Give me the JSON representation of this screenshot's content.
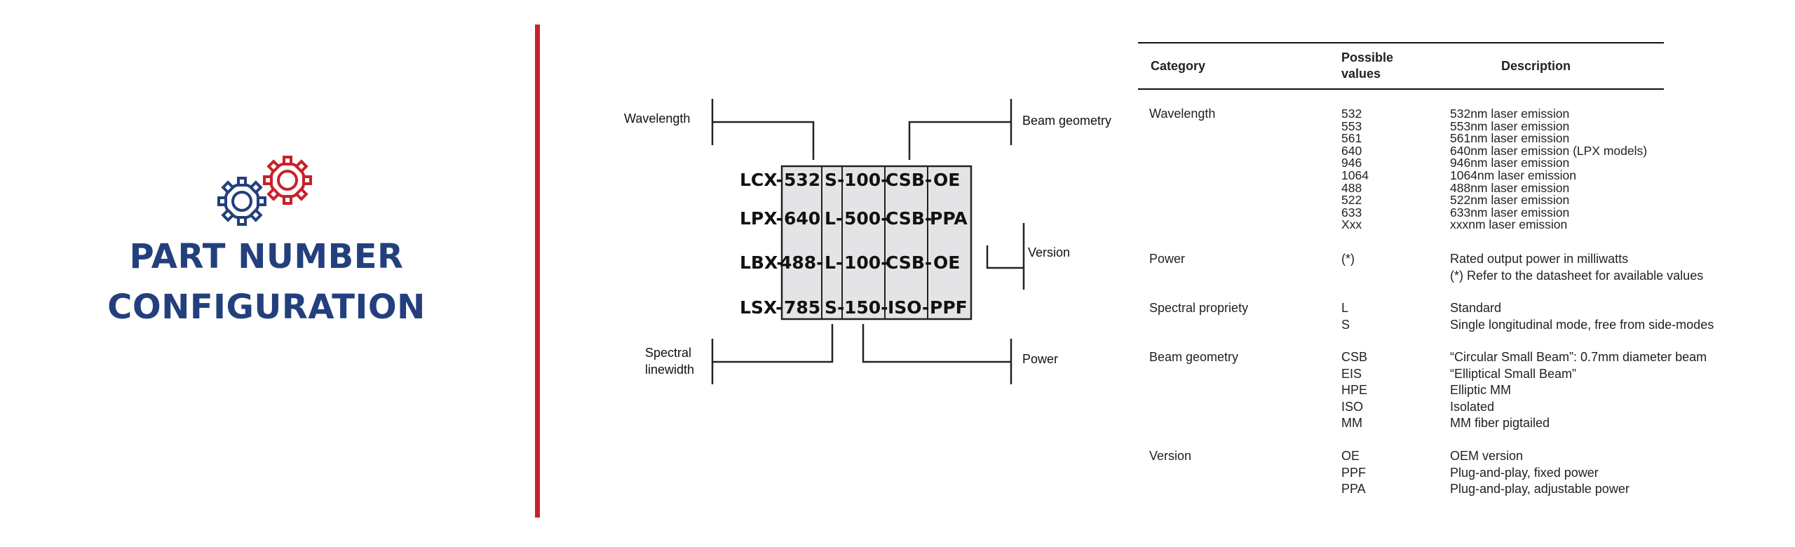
{
  "title": {
    "line1": "PART NUMBER",
    "line2": "CONFIGURATION"
  },
  "colors": {
    "title": "#233f7d",
    "divider": "#c8212a",
    "gear_blue": "#233f7d",
    "gear_red": "#c8212a",
    "cell_fill": "#e4e4e6"
  },
  "icons": [
    "gears-icon"
  ],
  "diagram": {
    "labels": {
      "wavelength": "Wavelength",
      "beam_geometry": "Beam geometry",
      "version": "Version",
      "spectral_line1": "Spectral",
      "spectral_line2": "linewidth",
      "power": "Power"
    },
    "rows": [
      {
        "prefix": "LCX-",
        "wavelength": "532",
        "spectral": "S-",
        "power": "100-",
        "beam": "CSB-",
        "version": "OE"
      },
      {
        "prefix": "LPX-",
        "wavelength": "640",
        "spectral": "L-",
        "power": "500-",
        "beam": "CSB-",
        "version": "PPA"
      },
      {
        "prefix": "LBX-",
        "wavelength": "488-",
        "spectral": "L-",
        "power": "100-",
        "beam": "CSB-",
        "version": "OE"
      },
      {
        "prefix": "LSX-",
        "wavelength": "785",
        "spectral": "S-",
        "power": "150-",
        "beam": "ISO-",
        "version": "PPF"
      }
    ]
  },
  "table": {
    "headers": {
      "category": "Category",
      "possible_line1": "Possible",
      "possible_line2": "values",
      "description": "Description"
    },
    "groups": [
      {
        "category": "Wavelength",
        "values": [
          "532",
          "553",
          "561",
          "640",
          "946",
          "1064",
          "488",
          "522",
          "633",
          "Xxx"
        ],
        "descriptions": [
          "532nm laser emission",
          "553nm laser emission",
          "561nm laser emission",
          "640nm laser emission (LPX models)",
          "946nm laser emission",
          "1064nm laser emission",
          "488nm laser emission",
          "522nm laser emission",
          "633nm laser emission",
          "xxxnm laser emission"
        ]
      },
      {
        "category": "Power",
        "values": [
          "(*)",
          ""
        ],
        "descriptions": [
          "Rated output power in milliwatts",
          "(*) Refer to the datasheet for available values"
        ]
      },
      {
        "category": "Spectral propriety",
        "values": [
          "L",
          "S"
        ],
        "descriptions": [
          "Standard",
          "Single longitudinal mode, free from side-modes"
        ]
      },
      {
        "category": "Beam geometry",
        "values": [
          "CSB",
          "EIS",
          "HPE",
          "ISO",
          "MM"
        ],
        "descriptions": [
          "“Circular Small Beam”: 0.7mm diameter beam",
          "“Elliptical Small Beam”",
          "Elliptic MM",
          "Isolated",
          "MM fiber pigtailed"
        ]
      },
      {
        "category": "Version",
        "values": [
          "OE",
          "PPF",
          "PPA"
        ],
        "descriptions": [
          "OEM version",
          "Plug-and-play, fixed power",
          "Plug-and-play, adjustable power"
        ]
      }
    ]
  }
}
